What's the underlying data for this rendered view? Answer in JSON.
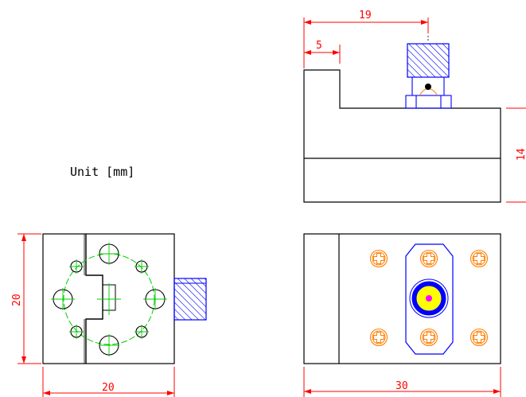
{
  "unit_note": "Unit [mm]",
  "dimensions": {
    "top_width": "19",
    "top_step": "5",
    "side_height": "14",
    "front_height": "20",
    "front_width": "20",
    "bottom_width": "30"
  },
  "colors": {
    "outline": "#000000",
    "dimension": "#ff0000",
    "centerline": "#00cc00",
    "connector": "#0000ff",
    "screw": "#ff7f00",
    "pin_fill": "#ffff00",
    "pin_center": "#ff00ff"
  }
}
